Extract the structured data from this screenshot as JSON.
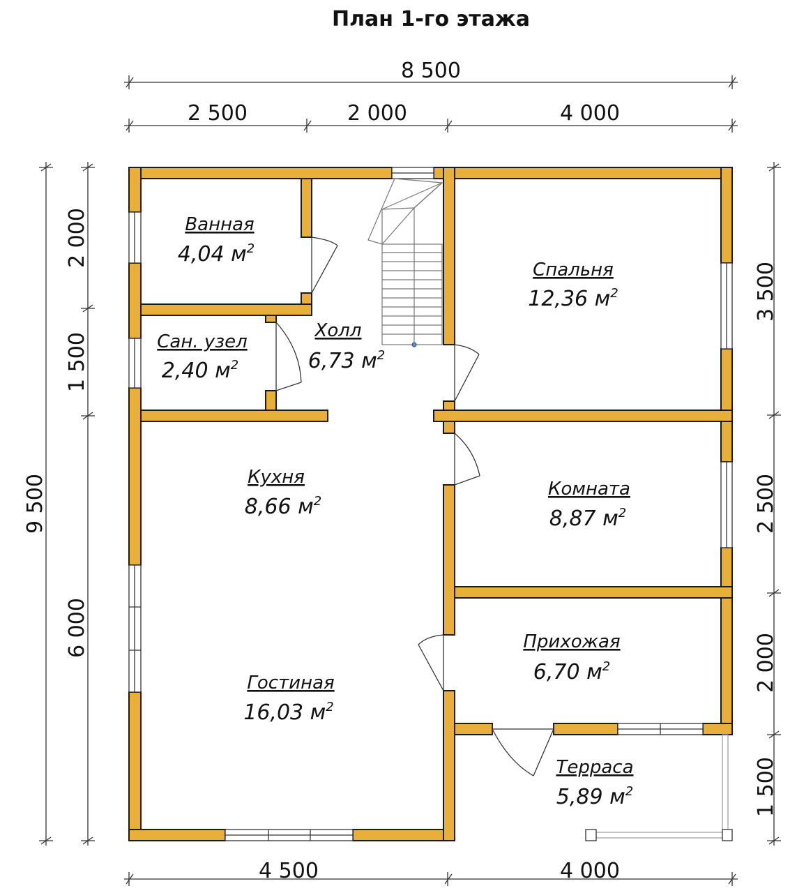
{
  "title": "План 1-го этажа",
  "colors": {
    "wall": "#e8b03a",
    "wall_outline": "#1a1a1a",
    "line": "#333333",
    "background": "#ffffff"
  },
  "dimensions": {
    "top_total": "8 500",
    "top_parts": [
      "2 500",
      "2 000",
      "4 000"
    ],
    "bottom_parts": [
      "4 500",
      "4 000"
    ],
    "left_total": "9 500",
    "left_parts": [
      "2 000",
      "1 500",
      "6 000"
    ],
    "right_parts": [
      "3 500",
      "2 500",
      "2 000",
      "1 500"
    ]
  },
  "rooms": [
    {
      "name": "Ванная",
      "area": "4,04 м"
    },
    {
      "name": "Сан. узел",
      "area": "2,40 м"
    },
    {
      "name": "Холл",
      "area": "6,73 м"
    },
    {
      "name": "Спальня",
      "area": "12,36 м"
    },
    {
      "name": "Кухня",
      "area": "8,66 м"
    },
    {
      "name": "Гостиная",
      "area": "16,03 м"
    },
    {
      "name": "Комната",
      "area": "8,87 м"
    },
    {
      "name": "Прихожая",
      "area": "6,70 м"
    },
    {
      "name": "Терраса",
      "area": "5,89 м"
    }
  ],
  "area_unit_exponent": "2"
}
